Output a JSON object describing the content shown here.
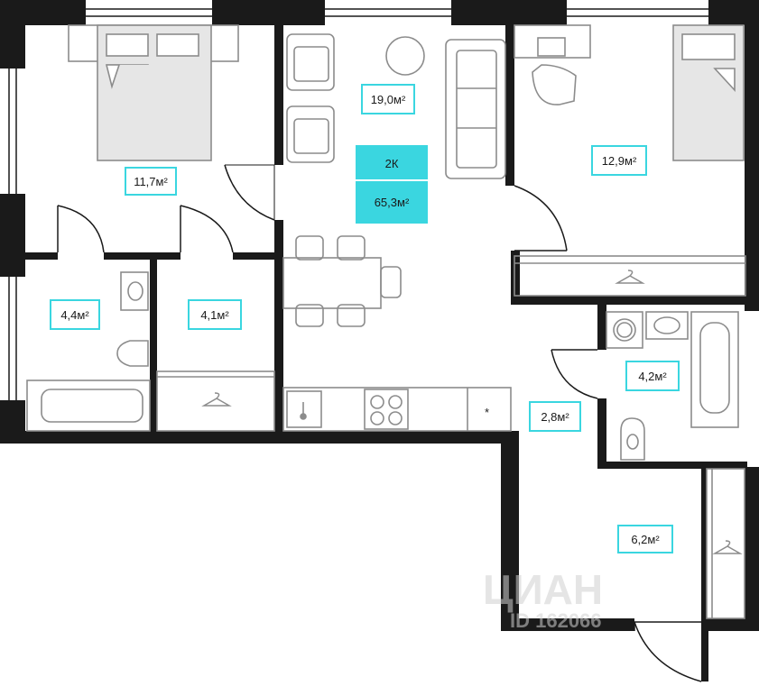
{
  "summary": {
    "rooms": "2К",
    "total_area": "65,3м²"
  },
  "rooms": [
    {
      "id": "bedroom-1",
      "area": "11,7м²"
    },
    {
      "id": "living",
      "area": "19,0м²"
    },
    {
      "id": "bedroom-2",
      "area": "12,9м²"
    },
    {
      "id": "bathroom-1",
      "area": "4,4м²"
    },
    {
      "id": "wardrobe-1",
      "area": "4,1м²"
    },
    {
      "id": "hall",
      "area": "2,8м²"
    },
    {
      "id": "bathroom-2",
      "area": "4,2м²"
    },
    {
      "id": "entrance",
      "area": "6,2м²"
    }
  ],
  "watermark": {
    "brand": "ЦИАН",
    "id": "ID 162066"
  },
  "colors": {
    "accent": "#3ad6e0",
    "wall": "#1a1a1a",
    "furniture": "#8c8c8c",
    "fill": "#e6e6e6"
  }
}
